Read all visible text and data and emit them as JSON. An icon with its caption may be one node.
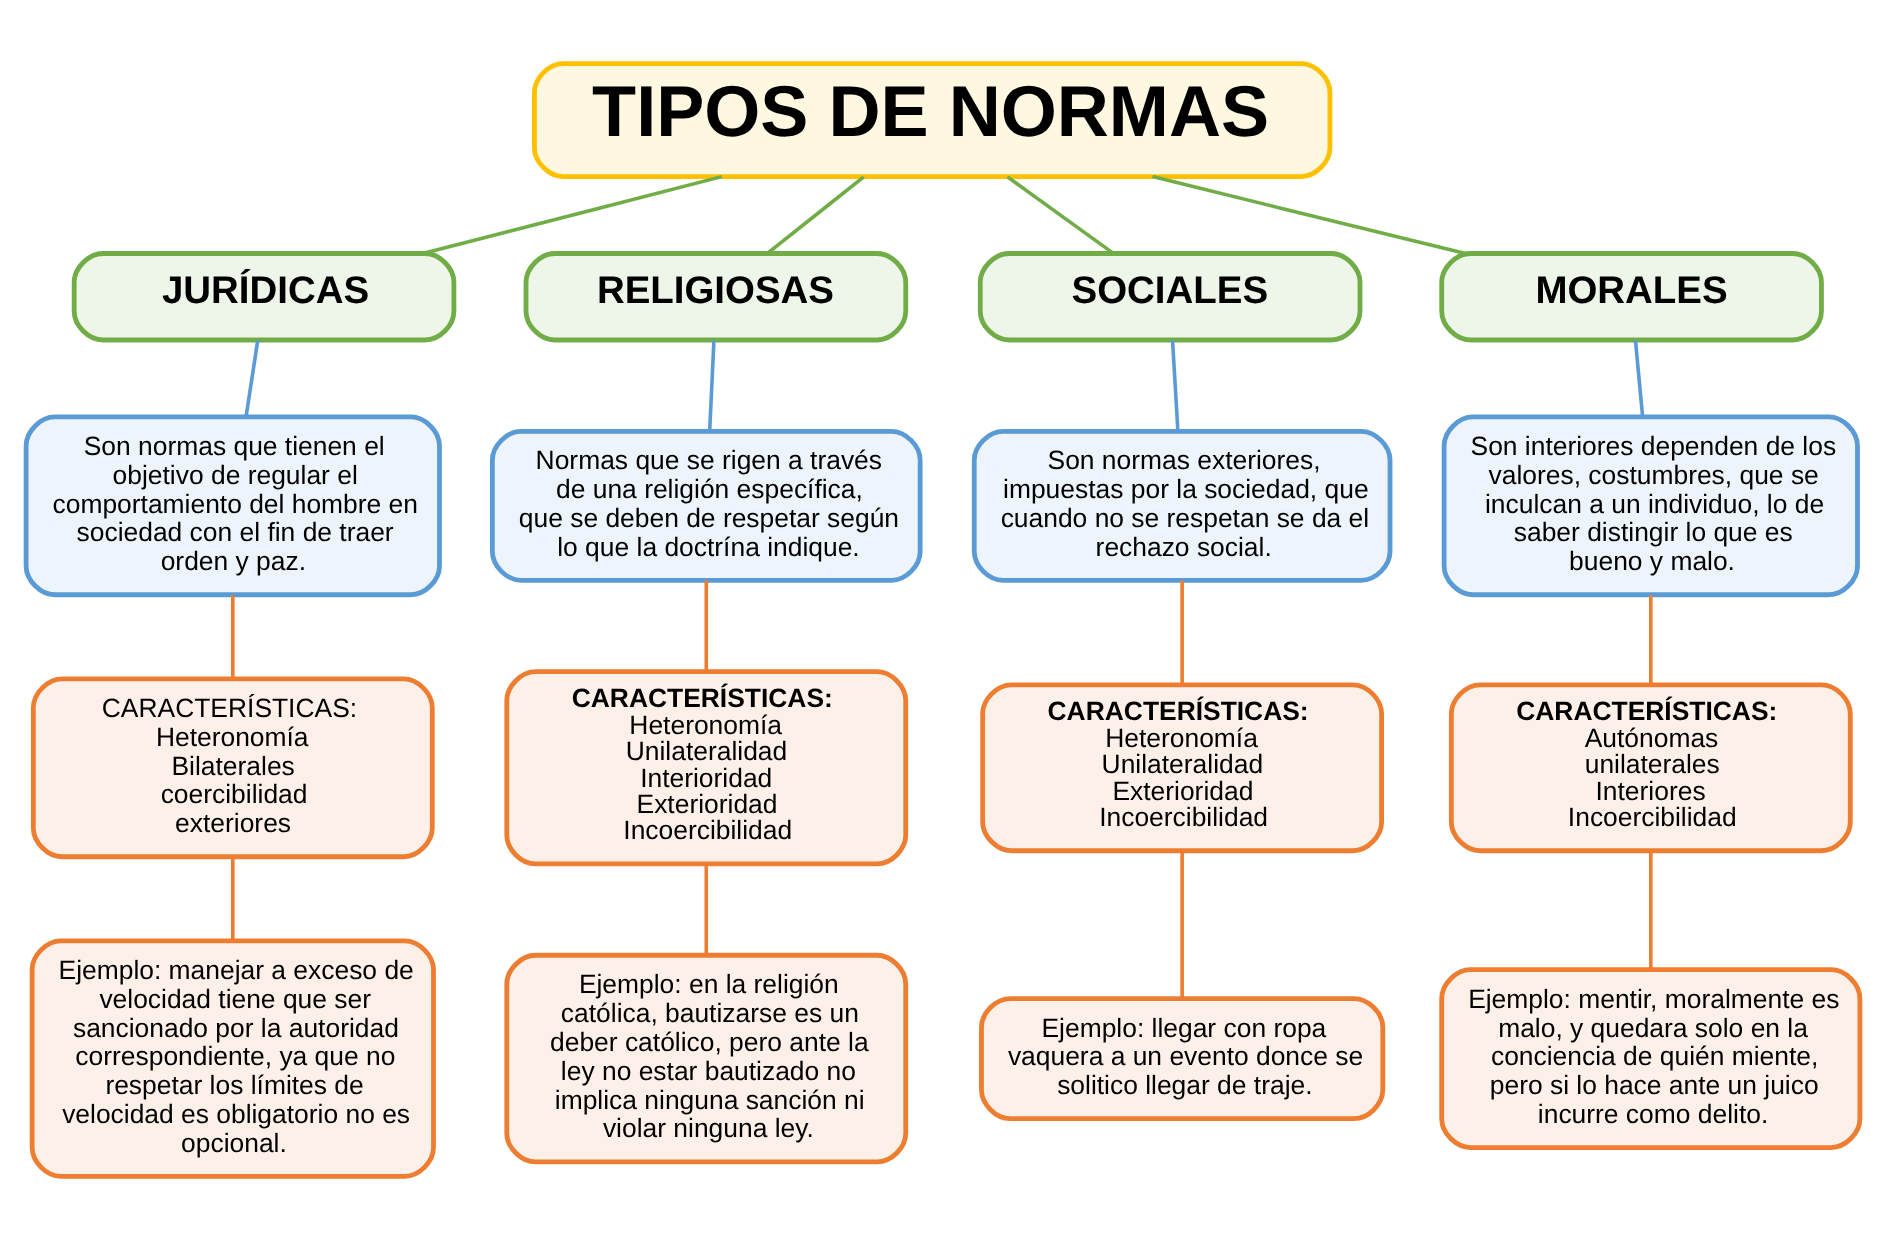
{
  "diagram": {
    "nodes": [
      {
        "text": [
          "TIPOS DE NORMAS"
        ]
      },
      {
        "text": [
          "JURÍDICAS"
        ]
      },
      {
        "text": [
          "RELIGIOSAS"
        ]
      },
      {
        "text": [
          "SOCIALES"
        ]
      },
      {
        "text": [
          "MORALES"
        ]
      },
      {
        "text": [
          "Son normas que tienen el objetivo de regular el comportamiento del hombre en sociedad con el fin de traer orden y paz."
        ]
      },
      {
        "text": [
          "Normas que se rigen a través de una religión específica, que se deben de respetar según lo que la doctrína indique."
        ]
      },
      {
        "text": [
          "Son normas exteriores, impuestas por la sociedad, que cuando no se respetan se da el rechazo social."
        ]
      },
      {
        "text": [
          "Son interiores dependen de los valores, costumbres, que se inculcan a un individuo, lo de saber distingir lo que es bueno y malo."
        ]
      },
      {
        "text": [
          "CARACTERÍSTICAS:",
          "Heteronomía",
          "Bilaterales",
          "coercibilidad",
          "exteriores"
        ]
      },
      {
        "text": [
          "CARACTERÍSTICAS:",
          "Heteronomía",
          "Unilateralidad",
          "Interioridad",
          "Exterioridad",
          "Incoercibilidad"
        ]
      },
      {
        "text": [
          "CARACTERÍSTICAS:",
          "Heteronomía",
          "Unilateralidad",
          "Exterioridad",
          "Incoercibilidad"
        ]
      },
      {
        "text": [
          "CARACTERÍSTICAS:",
          "Autónomas",
          "unilaterales",
          "Interiores",
          "Incoercibilidad"
        ]
      },
      {
        "text": [
          "Ejemplo: manejar a exceso de velocidad tiene que ser sancionado por la autoridad correspondiente, ya que no respetar los límites de velocidad es obligatorio no es opcional."
        ]
      },
      {
        "text": [
          "Ejemplo: en la religión católica, bautizarse es un deber católico, pero ante la ley no estar bautizado no implica ninguna sanción ni violar ninguna ley."
        ]
      },
      {
        "text": [
          "Ejemplo: llegar con ropa vaquera a un evento donce se solitico llegar de traje."
        ]
      },
      {
        "text": [
          "Ejemplo: mentir, moralmente es malo, y quedara solo en la conciencia de quién miente, pero si lo hace ante un juico incurre como delito."
        ]
      }
    ],
    "edges": [
      {
        "from": 0,
        "to": 1,
        "arrow": "none",
        "color": "#70ad47"
      },
      {
        "from": 0,
        "to": 2,
        "arrow": "none",
        "color": "#70ad47"
      },
      {
        "from": 0,
        "to": 3,
        "arrow": "none",
        "color": "#70ad47"
      },
      {
        "from": 0,
        "to": 4,
        "arrow": "none",
        "color": "#70ad47"
      },
      {
        "from": 1,
        "to": 5,
        "arrow": "none",
        "color": "#5b9bd5"
      },
      {
        "from": 2,
        "to": 6,
        "arrow": "none",
        "color": "#5b9bd5"
      },
      {
        "from": 3,
        "to": 7,
        "arrow": "none",
        "color": "#5b9bd5"
      },
      {
        "from": 4,
        "to": 8,
        "arrow": "none",
        "color": "#5b9bd5"
      },
      {
        "from": 5,
        "to": 9,
        "arrow": "none"
      },
      {
        "from": 6,
        "to": 10,
        "arrow": "none"
      },
      {
        "from": 7,
        "to": 11,
        "arrow": "none"
      },
      {
        "from": 8,
        "to": 12,
        "arrow": "none"
      },
      {
        "from": 9,
        "to": 13,
        "arrow": "none"
      },
      {
        "from": 10,
        "to": 14,
        "arrow": "none"
      },
      {
        "from": 11,
        "to": 15,
        "arrow": "none"
      },
      {
        "from": 12,
        "to": 16,
        "arrow": "none"
      }
    ]
  }
}
